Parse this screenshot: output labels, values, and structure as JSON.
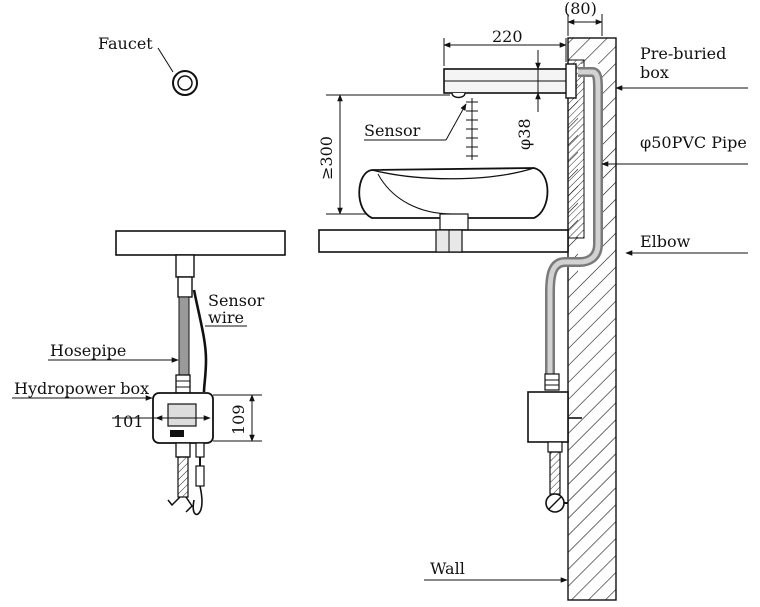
{
  "labels": {
    "faucet": "Faucet",
    "sensor_wire_1": "Sensor",
    "sensor_wire_2": "wire",
    "hosepipe": "Hosepipe",
    "hydropower_box": "Hydropower box",
    "sensor": "Sensor",
    "pre_buried_1": "Pre-buried",
    "pre_buried_2": "box",
    "pvc_pipe": "φ50PVC Pipe",
    "elbow": "Elbow",
    "wall": "Wall"
  },
  "dimensions": {
    "wall_thickness": "(80)",
    "spout_length": "220",
    "height_min": "≥300",
    "spout_diameter": "φ38",
    "box_width": "101",
    "box_height": "109"
  },
  "colors": {
    "line": "#111111",
    "pipe_dark": "#7a7a7a",
    "pipe_light": "#c9c9c9",
    "fill_light": "#eeeeee"
  }
}
